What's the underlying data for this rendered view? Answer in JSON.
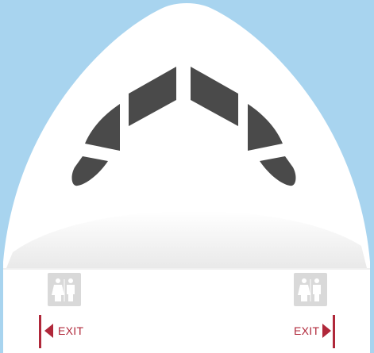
{
  "colors": {
    "sky": "#a8d4ef",
    "fuselage": "#ffffff",
    "window": "#4a4a4a",
    "restroom_bg": "#d9d9d9",
    "exit": "#b0283a"
  },
  "restrooms": [
    {
      "icon": "restroom-icon"
    },
    {
      "icon": "restroom-icon"
    }
  ],
  "exits": [
    {
      "label": "EXIT",
      "arrow": "left"
    },
    {
      "label": "EXIT",
      "arrow": "right"
    }
  ]
}
